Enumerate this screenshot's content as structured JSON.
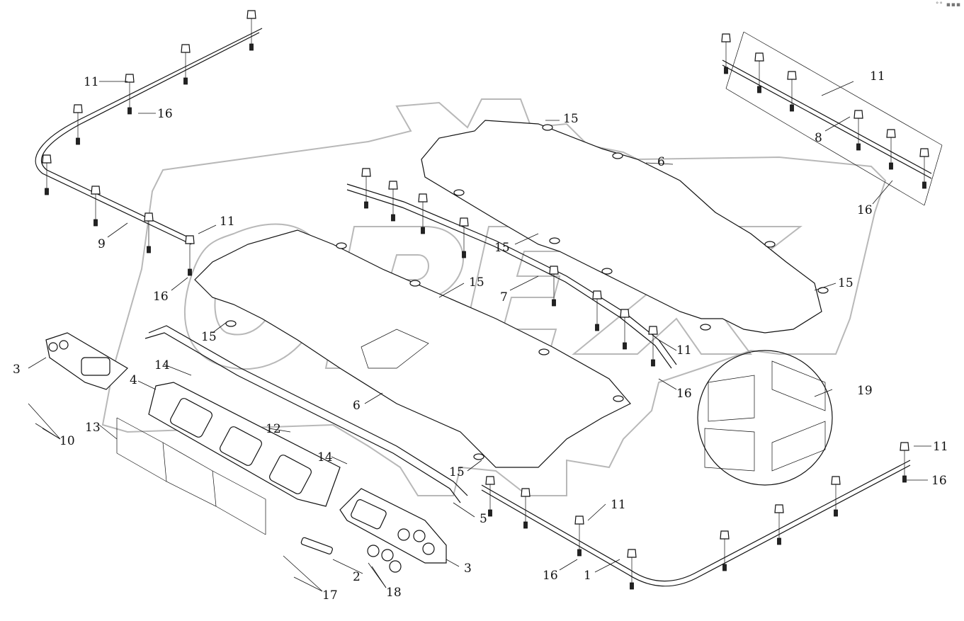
{
  "diagram": {
    "callouts": [
      {
        "id": "c1",
        "text": "1"
      },
      {
        "id": "c2",
        "text": "2"
      },
      {
        "id": "c3a",
        "text": "3"
      },
      {
        "id": "c3b",
        "text": "3"
      },
      {
        "id": "c4",
        "text": "4"
      },
      {
        "id": "c5",
        "text": "5"
      },
      {
        "id": "c6a",
        "text": "6"
      },
      {
        "id": "c6b",
        "text": "6"
      },
      {
        "id": "c7",
        "text": "7"
      },
      {
        "id": "c8",
        "text": "8"
      },
      {
        "id": "c9",
        "text": "9"
      },
      {
        "id": "c10",
        "text": "10"
      },
      {
        "id": "c11a",
        "text": "11"
      },
      {
        "id": "c11b",
        "text": "11"
      },
      {
        "id": "c11c",
        "text": "11"
      },
      {
        "id": "c11d",
        "text": "11"
      },
      {
        "id": "c11e",
        "text": "11"
      },
      {
        "id": "c11f",
        "text": "11"
      },
      {
        "id": "c12",
        "text": "12"
      },
      {
        "id": "c13",
        "text": "13"
      },
      {
        "id": "c14a",
        "text": "14"
      },
      {
        "id": "c14b",
        "text": "14"
      },
      {
        "id": "c15a",
        "text": "15"
      },
      {
        "id": "c15b",
        "text": "15"
      },
      {
        "id": "c15c",
        "text": "15"
      },
      {
        "id": "c15d",
        "text": "15"
      },
      {
        "id": "c15e",
        "text": "15"
      },
      {
        "id": "c15f",
        "text": "15"
      },
      {
        "id": "c16a",
        "text": "16"
      },
      {
        "id": "c16b",
        "text": "16"
      },
      {
        "id": "c16c",
        "text": "16"
      },
      {
        "id": "c16d",
        "text": "16"
      },
      {
        "id": "c16e",
        "text": "16"
      },
      {
        "id": "c16f",
        "text": "16"
      },
      {
        "id": "c17",
        "text": "17"
      },
      {
        "id": "c18",
        "text": "18"
      },
      {
        "id": "c19",
        "text": "19"
      }
    ],
    "watermark": "OPEX",
    "watermark_color": "#9a9a9a",
    "line_color": "#111111",
    "corner_mark": "°° ▪▪▪"
  }
}
